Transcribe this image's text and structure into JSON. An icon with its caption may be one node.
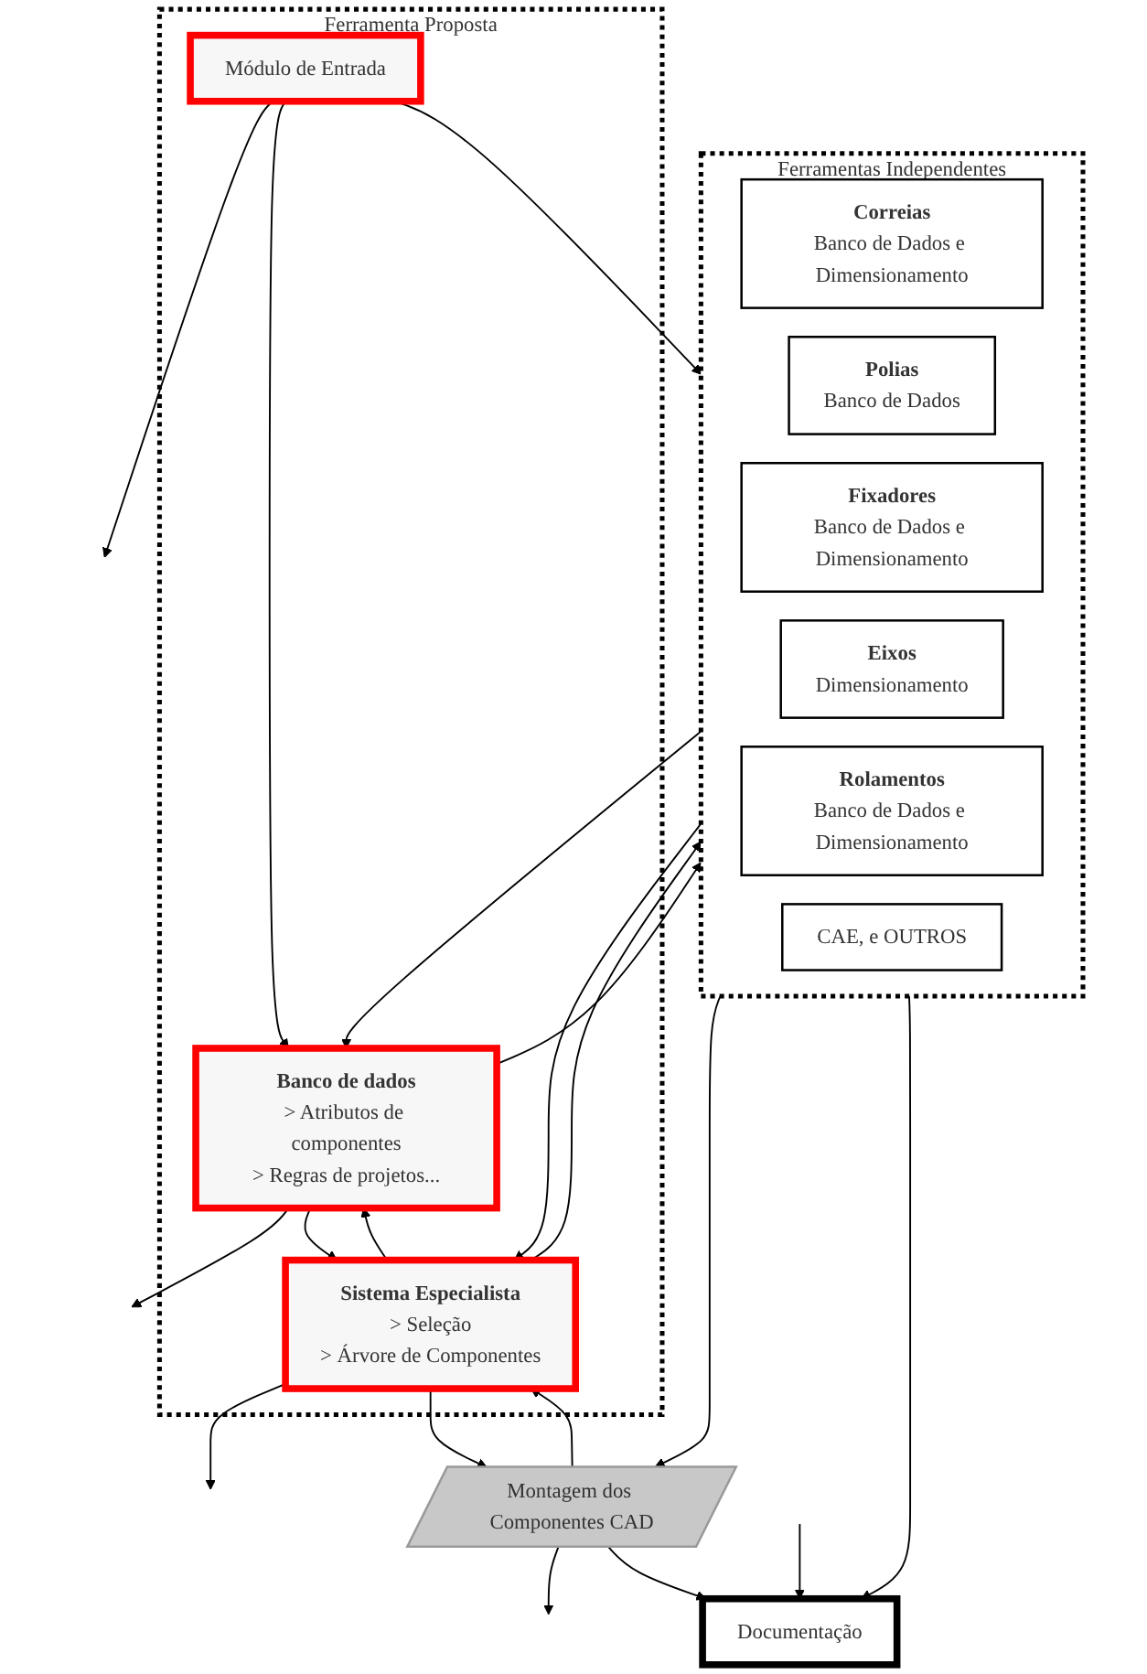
{
  "diagram": {
    "nodes": [
      {
        "text": [
          "Ferramentas Independentes"
        ]
      },
      {
        "text": [
          "Correias",
          "Banco de Dados e Dimensionamento"
        ],
        "in": 0
      },
      {
        "text": [
          "Polias",
          "Banco de Dados"
        ],
        "in": 0
      },
      {
        "text": [
          "Fixadores",
          "Banco de Dados e Dimensionamento"
        ],
        "in": 0
      },
      {
        "text": [
          "Eixos",
          "Dimensionamento"
        ],
        "in": 0
      },
      {
        "text": [
          "Rolamentos",
          "Banco de Dados e Dimensionamento"
        ],
        "in": 0
      },
      {
        "text": [
          "CAE, e OUTROS"
        ],
        "in": 0
      },
      {
        "text": [
          "Ferramenta Proposta"
        ]
      },
      {
        "text": [
          "Módulo de Entrada"
        ],
        "in": 7
      },
      {
        "text": [
          "Banco de dados",
          "> Atributos de componentes",
          "> Regras de projetos..."
        ],
        "in": 7
      },
      {
        "text": [
          "Sistema Especialista",
          "> Seleção",
          "> Árvore de Componentes"
        ],
        "in": 7
      },
      {
        "text": [
          "Montagem dos Componentes CAD"
        ]
      },
      {
        "text": [
          "Documentação"
        ]
      }
    ],
    "edges": [
      {
        "from": 8,
        "to": 0,
        "arrow": "to"
      },
      {
        "from": 8,
        "to": null,
        "arrow": "to"
      },
      {
        "from": 8,
        "to": 9,
        "arrow": "to"
      },
      {
        "from": 9,
        "to": 0,
        "arrow": "to"
      },
      {
        "from": 0,
        "to": 9,
        "arrow": "to"
      },
      {
        "from": 9,
        "to": null,
        "arrow": "to"
      },
      {
        "from": 9,
        "to": 10,
        "arrow": "to"
      },
      {
        "from": 10,
        "to": 9,
        "arrow": "to"
      },
      {
        "from": 0,
        "to": 10,
        "arrow": "to"
      },
      {
        "from": 10,
        "to": 0,
        "arrow": "to"
      },
      {
        "from": 10,
        "to": null,
        "arrow": "to"
      },
      {
        "from": 10,
        "to": 11,
        "arrow": "to"
      },
      {
        "from": 11,
        "to": 10,
        "arrow": "to"
      },
      {
        "from": 0,
        "to": 11,
        "arrow": "to"
      },
      {
        "from": 11,
        "to": null,
        "arrow": "to"
      },
      {
        "from": 11,
        "to": 12,
        "arrow": "to"
      },
      {
        "from": 0,
        "to": 12,
        "arrow": "to"
      },
      {
        "from": null,
        "to": 12,
        "arrow": "to"
      }
    ]
  }
}
